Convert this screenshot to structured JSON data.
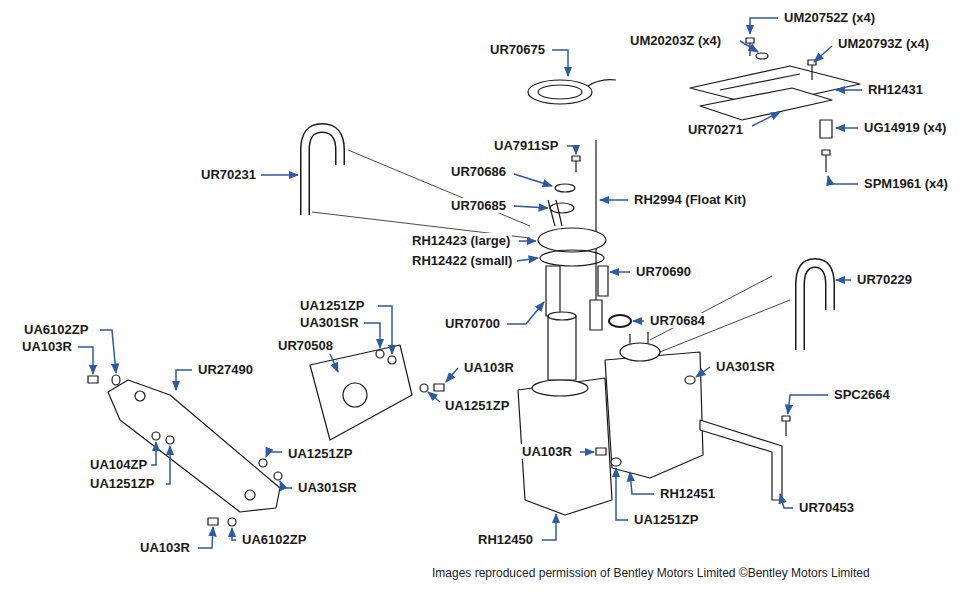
{
  "diagram": {
    "labels": [
      "UM20752Z (x4)",
      "UM20203Z (x4)",
      "UM20793Z (x4)",
      "UR70675",
      "RH12431",
      "UG14919 (x4)",
      "UR70271",
      "UA7911SP",
      "UR70686",
      "UR70231",
      "SPM1961 (x4)",
      "RH2994 (Float Kit)",
      "UR70685",
      "RH12423 (large)",
      "RH12422 (small)",
      "UR70690",
      "UR70229",
      "UA1251ZP",
      "UR70684",
      "UA301SR",
      "UR70700",
      "UA6102ZP",
      "UR70508",
      "UA103R",
      "UA301SR",
      "UA103R",
      "UR27490",
      "SPC2664",
      "UA1251ZP",
      "UA103R",
      "UA1251ZP",
      "UA104ZP",
      "UA1251ZP",
      "UA301SR",
      "RH12451",
      "UR70453",
      "UA1251ZP",
      "UA6102ZP",
      "RH12450",
      "UA103R",
      "Images reproduced permission of Bentley Motors Limited ©Bentley Motors Limited"
    ]
  }
}
